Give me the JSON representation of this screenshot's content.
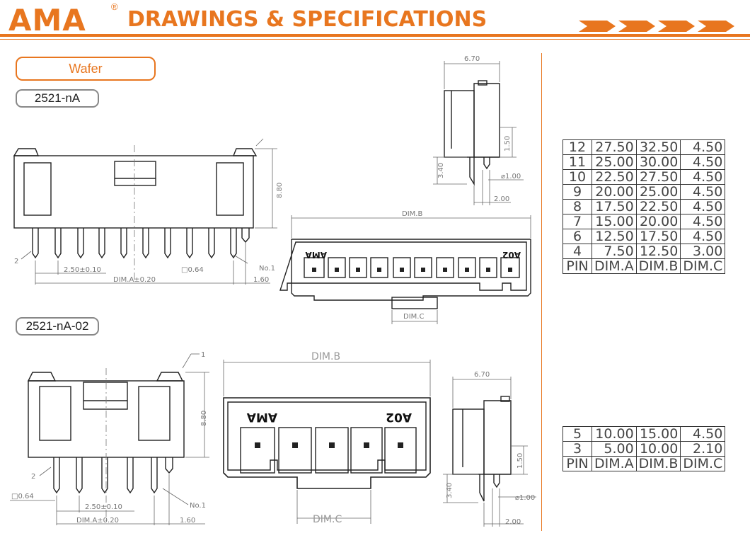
{
  "header": {
    "logo": "AMA",
    "registered": "®",
    "title": "DRAWINGS & SPECIFICATIONS",
    "accent_color": "#e8761f"
  },
  "category_label": "Wafer",
  "parts": {
    "part1": "2521-nA",
    "part2": "2521-nA-02"
  },
  "drawing1": {
    "dims": {
      "pitch": "2.50±0.10",
      "pin_size": "□0.64",
      "dim_a": "DIM.A±0.20",
      "end": "1.60",
      "height": "8.80",
      "pin_label_2": "2",
      "pin_label_1": "No.1"
    }
  },
  "side1": {
    "width": "6.70",
    "h1": "1.50",
    "h2": "3.40",
    "dia": "⌀1.00",
    "w2": "2.00"
  },
  "top1": {
    "dim_b": "DIM.B",
    "dim_c": "DIM.C",
    "mark_left": "AMA",
    "mark_right": "A02"
  },
  "drawing2": {
    "dims": {
      "pitch": "2.50±0.10",
      "pin_size": "□0.64",
      "dim_a": "DIM.A±0.20",
      "end": "1.60",
      "height": "8.80",
      "pin_label_2": "2",
      "pin_label_1": "No.1",
      "top_label": "1"
    }
  },
  "top2": {
    "dim_b": "DIM.B",
    "dim_c": "DIM.C",
    "mark_left": "AMA",
    "mark_right": "A02"
  },
  "side2": {
    "width": "6.70",
    "h1": "1.50",
    "h2": "3.40",
    "dia": "⌀1.00",
    "w2": "2.00"
  },
  "table1": {
    "rows": [
      [
        "12",
        "27.50",
        "32.50",
        "4.50"
      ],
      [
        "11",
        "25.00",
        "30.00",
        "4.50"
      ],
      [
        "10",
        "22.50",
        "27.50",
        "4.50"
      ],
      [
        "9",
        "20.00",
        "25.00",
        "4.50"
      ],
      [
        "8",
        "17.50",
        "22.50",
        "4.50"
      ],
      [
        "7",
        "15.00",
        "20.00",
        "4.50"
      ],
      [
        "6",
        "12.50",
        "17.50",
        "4.50"
      ],
      [
        "4",
        "7.50",
        "12.50",
        "3.00"
      ]
    ],
    "header": [
      "PIN",
      "DIM.A",
      "DIM.B",
      "DIM.C"
    ]
  },
  "table2": {
    "rows": [
      [
        "5",
        "10.00",
        "15.00",
        "4.50"
      ],
      [
        "3",
        "5.00",
        "10.00",
        "2.10"
      ]
    ],
    "header": [
      "PIN",
      "DIM.A",
      "DIM.B",
      "DIM.C"
    ]
  }
}
